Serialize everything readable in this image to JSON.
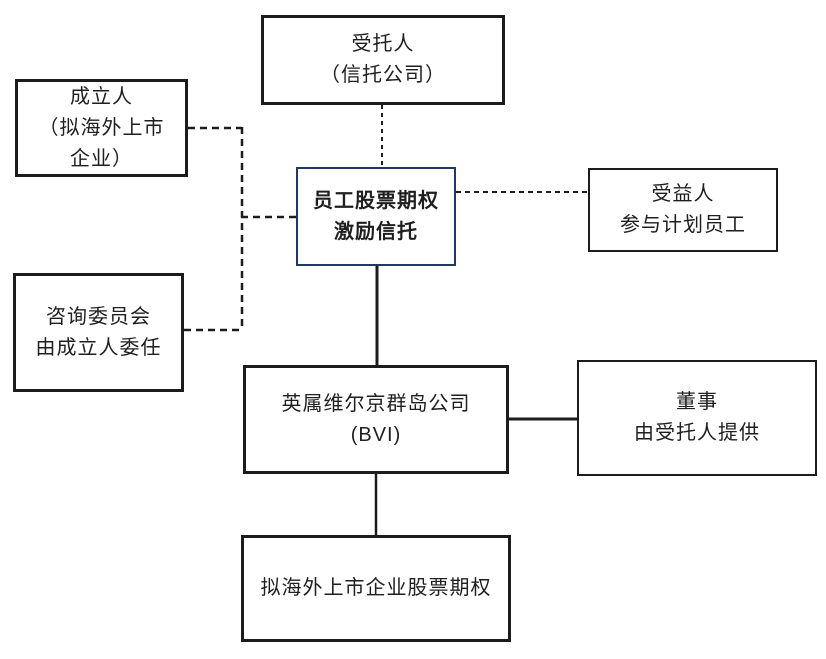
{
  "diagram": {
    "title_implicit": "员工股票期权激励信托结构图",
    "colors": {
      "background": "#ffffff",
      "box_border": "#1c1c1c",
      "trust_box_border": "#1f3864",
      "text": "#1f1f1f",
      "connector": "#1c1c1c"
    },
    "nodes": {
      "trustee": {
        "lines": [
          "受托人",
          "（信托公司）"
        ]
      },
      "founder": {
        "lines": [
          "成立人",
          "（拟海外上市",
          "企业）"
        ]
      },
      "trust": {
        "lines": [
          "员工股票期权",
          "激励信托"
        ]
      },
      "beneficiary": {
        "lines": [
          "受益人",
          "参与计划员工"
        ]
      },
      "advisory": {
        "lines": [
          "咨询委员会",
          "由成立人委任"
        ]
      },
      "bvi": {
        "lines": [
          "英属维尔京群岛公司",
          "(BVI)"
        ]
      },
      "directors": {
        "lines": [
          "董事",
          "由受托人提供"
        ]
      },
      "options": {
        "lines": [
          "拟海外上市企业股票期权"
        ]
      }
    },
    "edges": [
      {
        "from": "trustee",
        "to": "trust",
        "style": "dashed"
      },
      {
        "from": "founder",
        "to": "trust",
        "style": "dashed"
      },
      {
        "from": "advisory",
        "to": "trust",
        "style": "dashed"
      },
      {
        "from": "trust",
        "to": "beneficiary",
        "style": "dashed"
      },
      {
        "from": "trust",
        "to": "bvi",
        "style": "solid"
      },
      {
        "from": "bvi",
        "to": "directors",
        "style": "solid"
      },
      {
        "from": "bvi",
        "to": "options",
        "style": "solid"
      }
    ]
  }
}
